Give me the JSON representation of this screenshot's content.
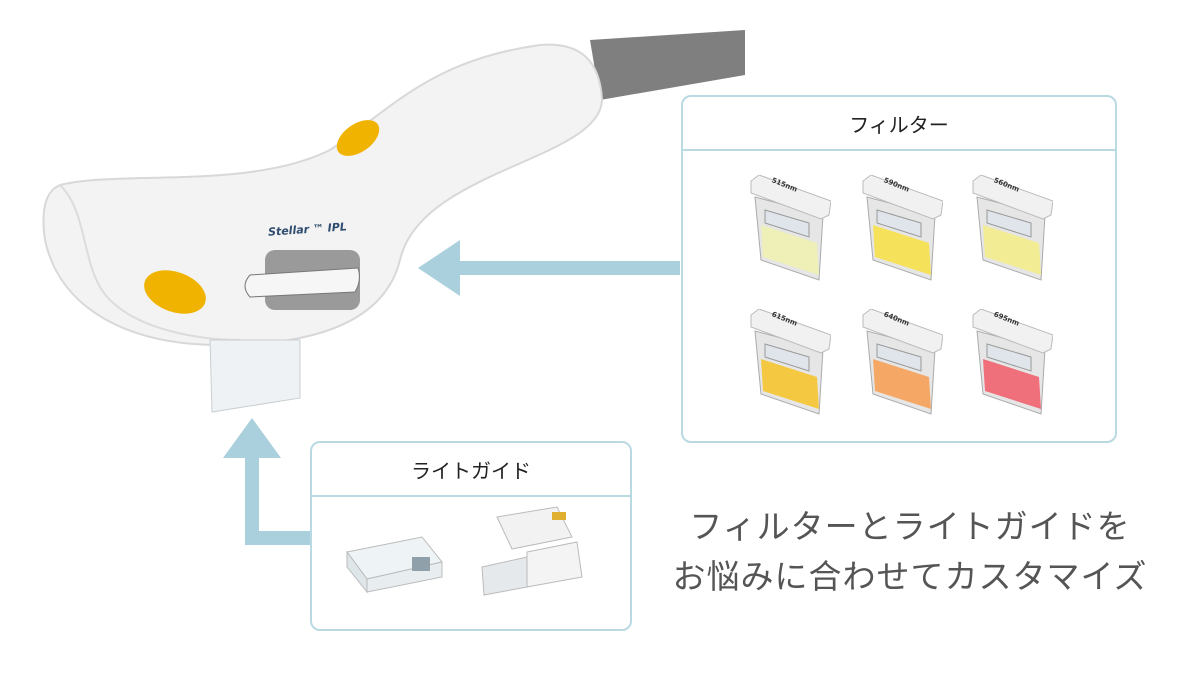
{
  "device": {
    "brand_label": "Stellar ™ IPL"
  },
  "filter_panel": {
    "title": "フィルター",
    "filters": [
      {
        "label": "515nm",
        "color": "#eef0b8"
      },
      {
        "label": "590nm",
        "color": "#f5e15a"
      },
      {
        "label": "560nm",
        "color": "#f2ec94"
      },
      {
        "label": "615nm",
        "color": "#f4c840"
      },
      {
        "label": "640nm",
        "color": "#f5a866"
      },
      {
        "label": "695nm",
        "color": "#ef6f7a"
      }
    ]
  },
  "guide_panel": {
    "title": "ライトガイド"
  },
  "caption": {
    "line1": "フィルターとライトガイドを",
    "line2": "お悩みに合わせてカスタマイズ"
  },
  "colors": {
    "accent": "#b9d9e3",
    "button": "#f0b400",
    "cable": "#808080"
  }
}
